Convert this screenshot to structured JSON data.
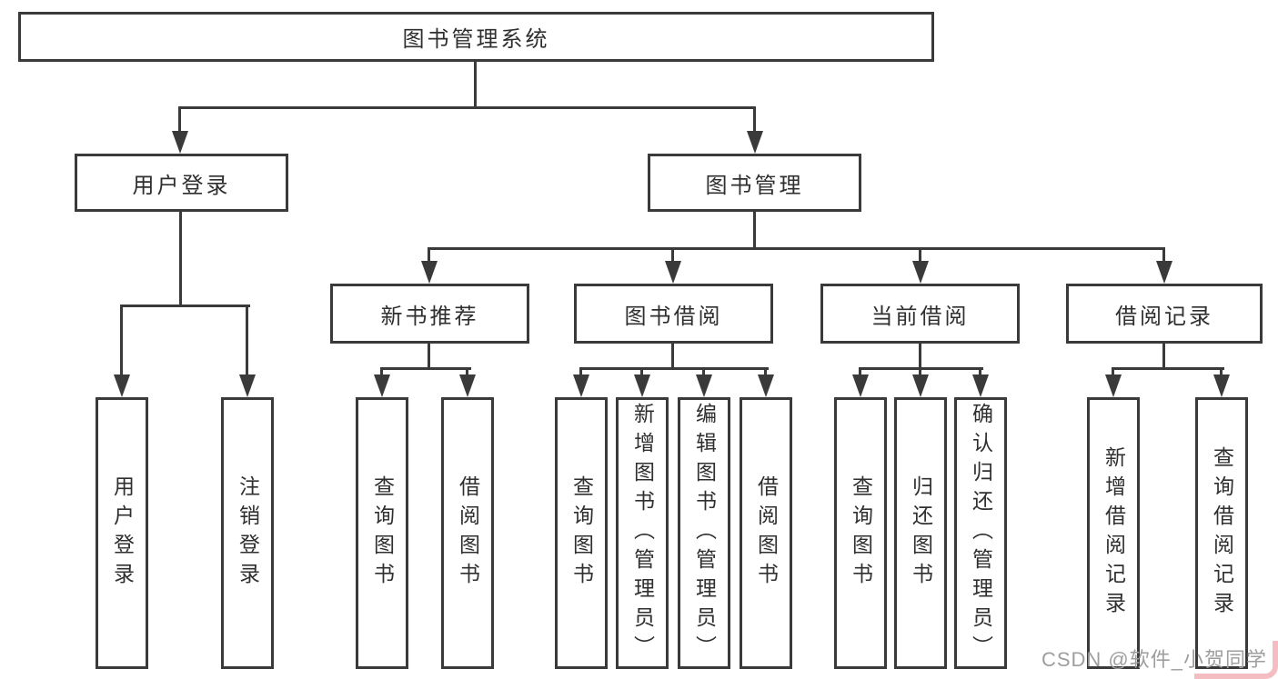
{
  "root": {
    "label": "图书管理系统"
  },
  "branches": [
    {
      "label": "用户登录",
      "children": [
        {
          "label": "用户登录"
        },
        {
          "label": "注销登录"
        }
      ]
    },
    {
      "label": "图书管理",
      "children": [
        {
          "label": "新书推荐",
          "children": [
            {
              "label": "查询图书"
            },
            {
              "label": "借阅图书"
            }
          ]
        },
        {
          "label": "图书借阅",
          "children": [
            {
              "label": "查询图书"
            },
            {
              "label": "新增图书（管理员）"
            },
            {
              "label": "编辑图书（管理员）"
            },
            {
              "label": "借阅图书"
            }
          ]
        },
        {
          "label": "当前借阅",
          "children": [
            {
              "label": "查询图书"
            },
            {
              "label": "归还图书"
            },
            {
              "label": "确认归还（管理员）"
            }
          ]
        },
        {
          "label": "借阅记录",
          "children": [
            {
              "label": "新增借阅记录"
            },
            {
              "label": "查询借阅记录"
            }
          ]
        }
      ]
    }
  ],
  "watermark": "CSDN @软件_小贺同学",
  "colors": {
    "line": "#3a3a3a",
    "text": "#2f2f2f",
    "background": "#ffffff",
    "watermark_text": "#9e9e9e",
    "watermark_accent": "#e76d79"
  }
}
